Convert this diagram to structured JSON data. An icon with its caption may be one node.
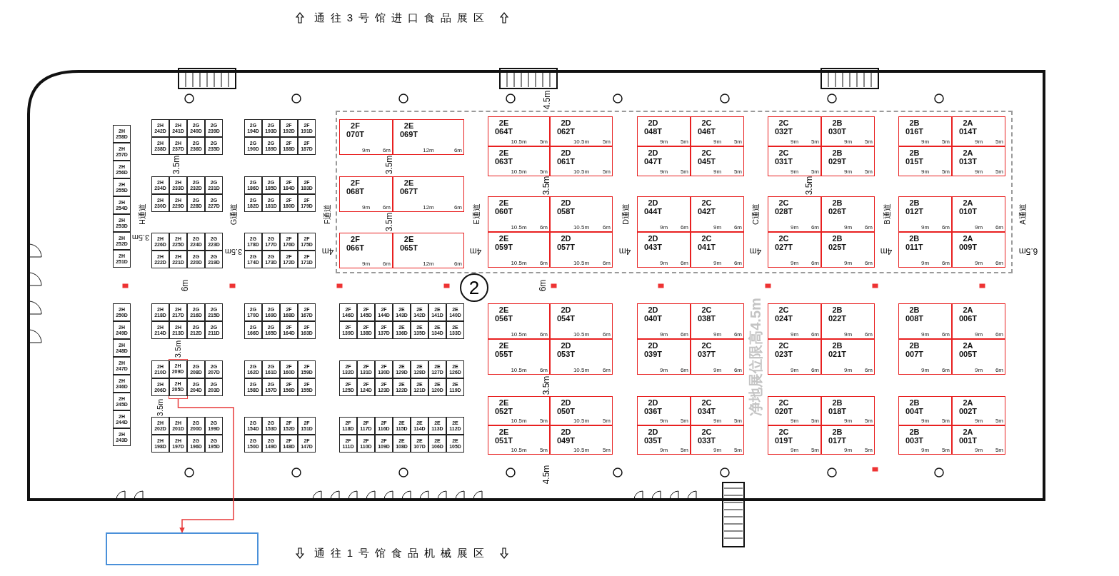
{
  "diagram": {
    "nodes": [
      {
        "text": [],
        "shape": "box"
      },
      {
        "text": [
          "2F 070T",
          "9m",
          "6m"
        ],
        "in": 0
      },
      {
        "text": [
          "2E 069T",
          "12m",
          "6m"
        ],
        "in": 0
      },
      {
        "text": [
          "2F 068T",
          "9m",
          "6m"
        ],
        "in": 0
      },
      {
        "text": [
          "2E 067T",
          "12m",
          "6m"
        ],
        "in": 0
      },
      {
        "text": [
          "2F 066T",
          "9m",
          "6m"
        ],
        "in": 0
      },
      {
        "text": [
          "2E 065T",
          "12m",
          "6m"
        ],
        "in": 0
      },
      {
        "text": [
          "2E 064T",
          "10.5m",
          "5m"
        ],
        "in": 0
      },
      {
        "text": [
          "2D 062T",
          "10.5m",
          "5m"
        ],
        "in": 0
      },
      {
        "text": [
          "2E 063T",
          "10.5m",
          "5m"
        ],
        "in": 0
      },
      {
        "text": [
          "2D 061T",
          "10.5m",
          "5m"
        ],
        "in": 0
      },
      {
        "text": [
          "2E 060T",
          "10.5m",
          "6m"
        ],
        "in": 0
      },
      {
        "text": [
          "2D 058T",
          "10.5m",
          "6m"
        ],
        "in": 0
      },
      {
        "text": [
          "2E 059T",
          "10.5m",
          "6m"
        ],
        "in": 0
      },
      {
        "text": [
          "2D 057T",
          "10.5m",
          "6m"
        ],
        "in": 0
      },
      {
        "text": [
          "2D 048T",
          "9m",
          "5m"
        ],
        "in": 0
      },
      {
        "text": [
          "2C 046T",
          "9m",
          "5m"
        ],
        "in": 0
      },
      {
        "text": [
          "2D 047T",
          "9m",
          "5m"
        ],
        "in": 0
      },
      {
        "text": [
          "2C 045T",
          "9m",
          "5m"
        ],
        "in": 0
      },
      {
        "text": [
          "2D 044T",
          "9m",
          "6m"
        ],
        "in": 0
      },
      {
        "text": [
          "2C 042T",
          "9m",
          "6m"
        ],
        "in": 0
      },
      {
        "text": [
          "2D 043T",
          "9m",
          "6m"
        ],
        "in": 0
      },
      {
        "text": [
          "2C 041T",
          "9m",
          "6m"
        ],
        "in": 0
      },
      {
        "text": [
          "2C 032T",
          "9m",
          "5m"
        ],
        "in": 0
      },
      {
        "text": [
          "2B 030T",
          "9m",
          "5m"
        ],
        "in": 0
      },
      {
        "text": [
          "2C 031T",
          "9m",
          "5m"
        ],
        "in": 0
      },
      {
        "text": [
          "2B 029T",
          "9m",
          "5m"
        ],
        "in": 0
      },
      {
        "text": [
          "2C 028T",
          "9m",
          "6m"
        ],
        "in": 0
      },
      {
        "text": [
          "2B 026T",
          "9m",
          "6m"
        ],
        "in": 0
      },
      {
        "text": [
          "2C 027T",
          "9m",
          "6m"
        ],
        "in": 0
      },
      {
        "text": [
          "2B 025T",
          "9m",
          "6m"
        ],
        "in": 0
      },
      {
        "text": [
          "2B 016T",
          "9m",
          "5m"
        ],
        "in": 0
      },
      {
        "text": [
          "2A 014T",
          "9m",
          "5m"
        ],
        "in": 0
      },
      {
        "text": [
          "2B 015T",
          "9m",
          "5m"
        ],
        "in": 0
      },
      {
        "text": [
          "2A 013T",
          "9m",
          "5m"
        ],
        "in": 0
      },
      {
        "text": [
          "2B 012T",
          "9m",
          "6m"
        ],
        "in": 0
      },
      {
        "text": [
          "2A 010T",
          "9m",
          "6m"
        ],
        "in": 0
      },
      {
        "text": [
          "2B 011T",
          "9m",
          "6m"
        ],
        "in": 0
      },
      {
        "text": [
          "2A 009T",
          "9m",
          "6m"
        ],
        "in": 0
      },
      {
        "text": [
          "2"
        ]
      },
      {
        "text": [
          "2H 258D"
        ]
      },
      {
        "text": [
          "2H 257D"
        ]
      },
      {
        "text": [
          "2H 256D"
        ]
      },
      {
        "text": [
          "2H 255D"
        ]
      },
      {
        "text": [
          "2H 254D"
        ]
      },
      {
        "text": [
          "2H 253D"
        ]
      },
      {
        "text": [
          "2H 252D"
        ]
      },
      {
        "text": [
          "2H 251D"
        ]
      },
      {
        "text": [
          "2H 242D"
        ]
      },
      {
        "text": [
          "2H 241D"
        ]
      },
      {
        "text": [
          "2G 240D"
        ]
      },
      {
        "text": [
          "2G 239D"
        ]
      },
      {
        "text": [
          "2H 238D"
        ]
      },
      {
        "text": [
          "2H 237D"
        ]
      },
      {
        "text": [
          "2G 236D"
        ]
      },
      {
        "text": [
          "2G 235D"
        ]
      },
      {
        "text": [
          "2H 234D"
        ]
      },
      {
        "text": [
          "2H 233D"
        ]
      },
      {
        "text": [
          "2G 232D"
        ]
      },
      {
        "text": [
          "2G 231D"
        ]
      },
      {
        "text": [
          "2H 230D"
        ]
      },
      {
        "text": [
          "2H 229D"
        ]
      },
      {
        "text": [
          "2G 228D"
        ]
      },
      {
        "text": [
          "2G 227D"
        ]
      },
      {
        "text": [
          "2H 226D"
        ]
      },
      {
        "text": [
          "2H 225D"
        ]
      },
      {
        "text": [
          "2G 224D"
        ]
      },
      {
        "text": [
          "2G 223D"
        ]
      },
      {
        "text": [
          "2H 222D"
        ]
      },
      {
        "text": [
          "2H 221D"
        ]
      },
      {
        "text": [
          "2G 220D"
        ]
      },
      {
        "text": [
          "2G 219D"
        ]
      },
      {
        "text": [
          "2G 194D"
        ]
      },
      {
        "text": [
          "2G 193D"
        ]
      },
      {
        "text": [
          "2F 192D"
        ]
      },
      {
        "text": [
          "2F 191D"
        ]
      },
      {
        "text": [
          "2G 190D"
        ]
      },
      {
        "text": [
          "2G 189D"
        ]
      },
      {
        "text": [
          "2F 188D"
        ]
      },
      {
        "text": [
          "2F 187D"
        ]
      },
      {
        "text": [
          "2G 186D"
        ]
      },
      {
        "text": [
          "2G 185D"
        ]
      },
      {
        "text": [
          "2F 184D"
        ]
      },
      {
        "text": [
          "2F 183D"
        ]
      },
      {
        "text": [
          "2G 182D"
        ]
      },
      {
        "text": [
          "2G 181D"
        ]
      },
      {
        "text": [
          "2F 180D"
        ]
      },
      {
        "text": [
          "2F 179D"
        ]
      },
      {
        "text": [
          "2G 178D"
        ]
      },
      {
        "text": [
          "2G 177D"
        ]
      },
      {
        "text": [
          "2F 176D"
        ]
      },
      {
        "text": [
          "2F 175D"
        ]
      },
      {
        "text": [
          "2G 174D"
        ]
      },
      {
        "text": [
          "2G 173D"
        ]
      },
      {
        "text": [
          "2F 172D"
        ]
      },
      {
        "text": [
          "2F 171D"
        ]
      },
      {
        "text": [
          "2H 250D"
        ]
      },
      {
        "text": [
          "2H 249D"
        ]
      },
      {
        "text": [
          "2H 248D"
        ]
      },
      {
        "text": [
          "2H 247D"
        ]
      },
      {
        "text": [
          "2H 246D"
        ]
      },
      {
        "text": [
          "2H 245D"
        ]
      },
      {
        "text": [
          "2H 244D"
        ]
      },
      {
        "text": [
          "2H 243D"
        ]
      },
      {
        "text": [
          "2H 218D"
        ]
      },
      {
        "text": [
          "2H 217D"
        ]
      },
      {
        "text": [
          "2G 216D"
        ]
      },
      {
        "text": [
          "2G 215D"
        ]
      },
      {
        "text": [
          "2H 214D"
        ]
      },
      {
        "text": [
          "2H 213D"
        ]
      },
      {
        "text": [
          "2G 212D"
        ]
      },
      {
        "text": [
          "2G 211D"
        ]
      },
      {
        "text": [],
        "shape": "box"
      },
      {
        "text": [
          "2H 210D"
        ]
      },
      {
        "text": [
          "2H 209D"
        ],
        "in": 112
      },
      {
        "text": [
          "2G 208D"
        ]
      },
      {
        "text": [
          "2G 207D"
        ]
      },
      {
        "text": [
          "2H 206D"
        ]
      },
      {
        "text": [
          "2H 205D"
        ],
        "in": 112
      },
      {
        "text": [
          "2G 204D"
        ]
      },
      {
        "text": [
          "2G 203D"
        ]
      },
      {
        "text": [
          "2H 202D"
        ]
      },
      {
        "text": [
          "2H 201D"
        ]
      },
      {
        "text": [
          "2G 200D"
        ]
      },
      {
        "text": [
          "2G 199D"
        ]
      },
      {
        "text": [
          "2H 198D"
        ]
      },
      {
        "text": [
          "2H 197D"
        ]
      },
      {
        "text": [
          "2G 196D"
        ]
      },
      {
        "text": [
          "2G 195D"
        ]
      },
      {
        "text": [
          "2G 170D"
        ]
      },
      {
        "text": [
          "2G 169D"
        ]
      },
      {
        "text": [
          "2F 168D"
        ]
      },
      {
        "text": [
          "2F 167D"
        ]
      },
      {
        "text": [
          "2G 166D"
        ]
      },
      {
        "text": [
          "2G 165D"
        ]
      },
      {
        "text": [
          "2F 164D"
        ]
      },
      {
        "text": [
          "2F 163D"
        ]
      },
      {
        "text": [
          "2G 162D"
        ]
      },
      {
        "text": [
          "2G 161D"
        ]
      },
      {
        "text": [
          "2F 160D"
        ]
      },
      {
        "text": [
          "2F 159D"
        ]
      },
      {
        "text": [
          "2G 158D"
        ]
      },
      {
        "text": [
          "2G 157D"
        ]
      },
      {
        "text": [
          "2F 156D"
        ]
      },
      {
        "text": [
          "2F 155D"
        ]
      },
      {
        "text": [
          "2G 154D"
        ]
      },
      {
        "text": [
          "2G 153D"
        ]
      },
      {
        "text": [
          "2F 152D"
        ]
      },
      {
        "text": [
          "2F 151D"
        ]
      },
      {
        "text": [
          "2G 150D"
        ]
      },
      {
        "text": [
          "2G 149D"
        ]
      },
      {
        "text": [
          "2F 148D"
        ]
      },
      {
        "text": [
          "2F 147D"
        ]
      },
      {
        "text": [
          "2F 146D"
        ]
      },
      {
        "text": [
          "2F 145D"
        ]
      },
      {
        "text": [
          "2F 144D"
        ]
      },
      {
        "text": [
          "2E 143D"
        ]
      },
      {
        "text": [
          "2E 142D"
        ]
      },
      {
        "text": [
          "2E 141D"
        ]
      },
      {
        "text": [
          "2E 140D"
        ]
      },
      {
        "text": [
          "2F 139D"
        ]
      },
      {
        "text": [
          "2F 138D"
        ]
      },
      {
        "text": [
          "2F 137D"
        ]
      },
      {
        "text": [
          "2E 136D"
        ]
      },
      {
        "text": [
          "2E 135D"
        ]
      },
      {
        "text": [
          "2E 134D"
        ]
      },
      {
        "text": [
          "2E 133D"
        ]
      },
      {
        "text": [
          "2F 132D"
        ]
      },
      {
        "text": [
          "2F 131D"
        ]
      },
      {
        "text": [
          "2F 130D"
        ]
      },
      {
        "text": [
          "2E 129D"
        ]
      },
      {
        "text": [
          "2E 128D"
        ]
      },
      {
        "text": [
          "2E 127D"
        ]
      },
      {
        "text": [
          "2E 126D"
        ]
      },
      {
        "text": [
          "2F 125D"
        ]
      },
      {
        "text": [
          "2F 124D"
        ]
      },
      {
        "text": [
          "2F 123D"
        ]
      },
      {
        "text": [
          "2E 122D"
        ]
      },
      {
        "text": [
          "2E 121D"
        ]
      },
      {
        "text": [
          "2E 120D"
        ]
      },
      {
        "text": [
          "2E 119D"
        ]
      },
      {
        "text": [
          "2F 118D"
        ]
      },
      {
        "text": [
          "2F 117D"
        ]
      },
      {
        "text": [
          "2F 116D"
        ]
      },
      {
        "text": [
          "2E 115D"
        ]
      },
      {
        "text": [
          "2E 114D"
        ]
      },
      {
        "text": [
          "2E 113D"
        ]
      },
      {
        "text": [
          "2E 112D"
        ]
      },
      {
        "text": [
          "2F 111D"
        ]
      },
      {
        "text": [
          "2F 110D"
        ]
      },
      {
        "text": [
          "2F 109D"
        ]
      },
      {
        "text": [
          "2E 108D"
        ]
      },
      {
        "text": [
          "2E 107D"
        ]
      },
      {
        "text": [
          "2E 106D"
        ]
      },
      {
        "text": [
          "2E 105D"
        ]
      },
      {
        "text": [
          "2E 056T",
          "10.5m",
          "6m"
        ]
      },
      {
        "text": [
          "2D 054T",
          "10.5m",
          "6m"
        ]
      },
      {
        "text": [
          "2E 055T",
          "10.5m",
          "6m"
        ]
      },
      {
        "text": [
          "2D 053T",
          "10.5m",
          "6m"
        ]
      },
      {
        "text": [
          "2E 052T",
          "10.5m",
          "5m"
        ]
      },
      {
        "text": [
          "2D 050T",
          "10.5m",
          "5m"
        ]
      },
      {
        "text": [
          "2E 051T",
          "10.5m",
          "5m"
        ]
      },
      {
        "text": [
          "2D 049T",
          "10.5m",
          "5m"
        ]
      },
      {
        "text": [
          "2D 040T",
          "9m",
          "6m"
        ]
      },
      {
        "text": [
          "2C 038T",
          "9m",
          "6m"
        ]
      },
      {
        "text": [
          "2D 039T",
          "9m",
          "6m"
        ]
      },
      {
        "text": [
          "2C 037T",
          "9m",
          "6m"
        ]
      },
      {
        "text": [
          "2D 036T",
          "9m",
          "5m"
        ]
      },
      {
        "text": [
          "2C 034T",
          "9m",
          "5m"
        ]
      },
      {
        "text": [
          "2D 035T",
          "9m",
          "5m"
        ]
      },
      {
        "text": [
          "2C 033T",
          "9m",
          "5m"
        ]
      },
      {
        "text": [
          "2C 024T",
          "9m",
          "6m"
        ]
      },
      {
        "text": [
          "2B 022T",
          "9m",
          "6m"
        ]
      },
      {
        "text": [
          "2C 023T",
          "9m",
          "6m"
        ]
      },
      {
        "text": [
          "2B 021T",
          "9m",
          "6m"
        ]
      },
      {
        "text": [
          "2C 020T",
          "9m",
          "5m"
        ]
      },
      {
        "text": [
          "2B 018T",
          "9m",
          "5m"
        ]
      },
      {
        "text": [
          "2C 019T",
          "9m",
          "5m"
        ]
      },
      {
        "text": [
          "2B 017T",
          "9m",
          "5m"
        ]
      },
      {
        "text": [
          "2B 008T",
          "9m",
          "6m"
        ]
      },
      {
        "text": [
          "2A 006T",
          "9m",
          "6m"
        ]
      },
      {
        "text": [
          "2B 007T",
          "9m",
          "6m"
        ]
      },
      {
        "text": [
          "2A 005T",
          "9m",
          "6m"
        ]
      },
      {
        "text": [
          "2B 004T",
          "9m",
          "5m"
        ]
      },
      {
        "text": [
          "2A 002T",
          "9m",
          "5m"
        ]
      },
      {
        "text": [
          "2B 003T",
          "9m",
          "5m"
        ]
      },
      {
        "text": [
          "2A 001T",
          "9m",
          "5m"
        ]
      },
      {
        "text": [],
        "shape": "box"
      }
    ],
    "edges": [
      {
        "from": 112,
        "to": 227,
        "arrow": "to",
        "color": "#e83a3a"
      }
    ],
    "labels": [
      "通往3号馆进口食品展区",
      "4.5m",
      "3.5m",
      "3.5m",
      "3.5m",
      "3.5m",
      "H通道",
      "G通道",
      "F通道",
      "3.5m",
      "E通道",
      "D通道",
      "C通道",
      "B通道",
      "A通道",
      "3.5m",
      "3.5m",
      "4m",
      "4m",
      "4m",
      "4m",
      "4m",
      "6.5m",
      "6m",
      "6m",
      "净地展位限高4.5m",
      "3.5m",
      "3.5m",
      "3.5m",
      "4.5m",
      "通往1号馆食品机械展区"
    ]
  }
}
